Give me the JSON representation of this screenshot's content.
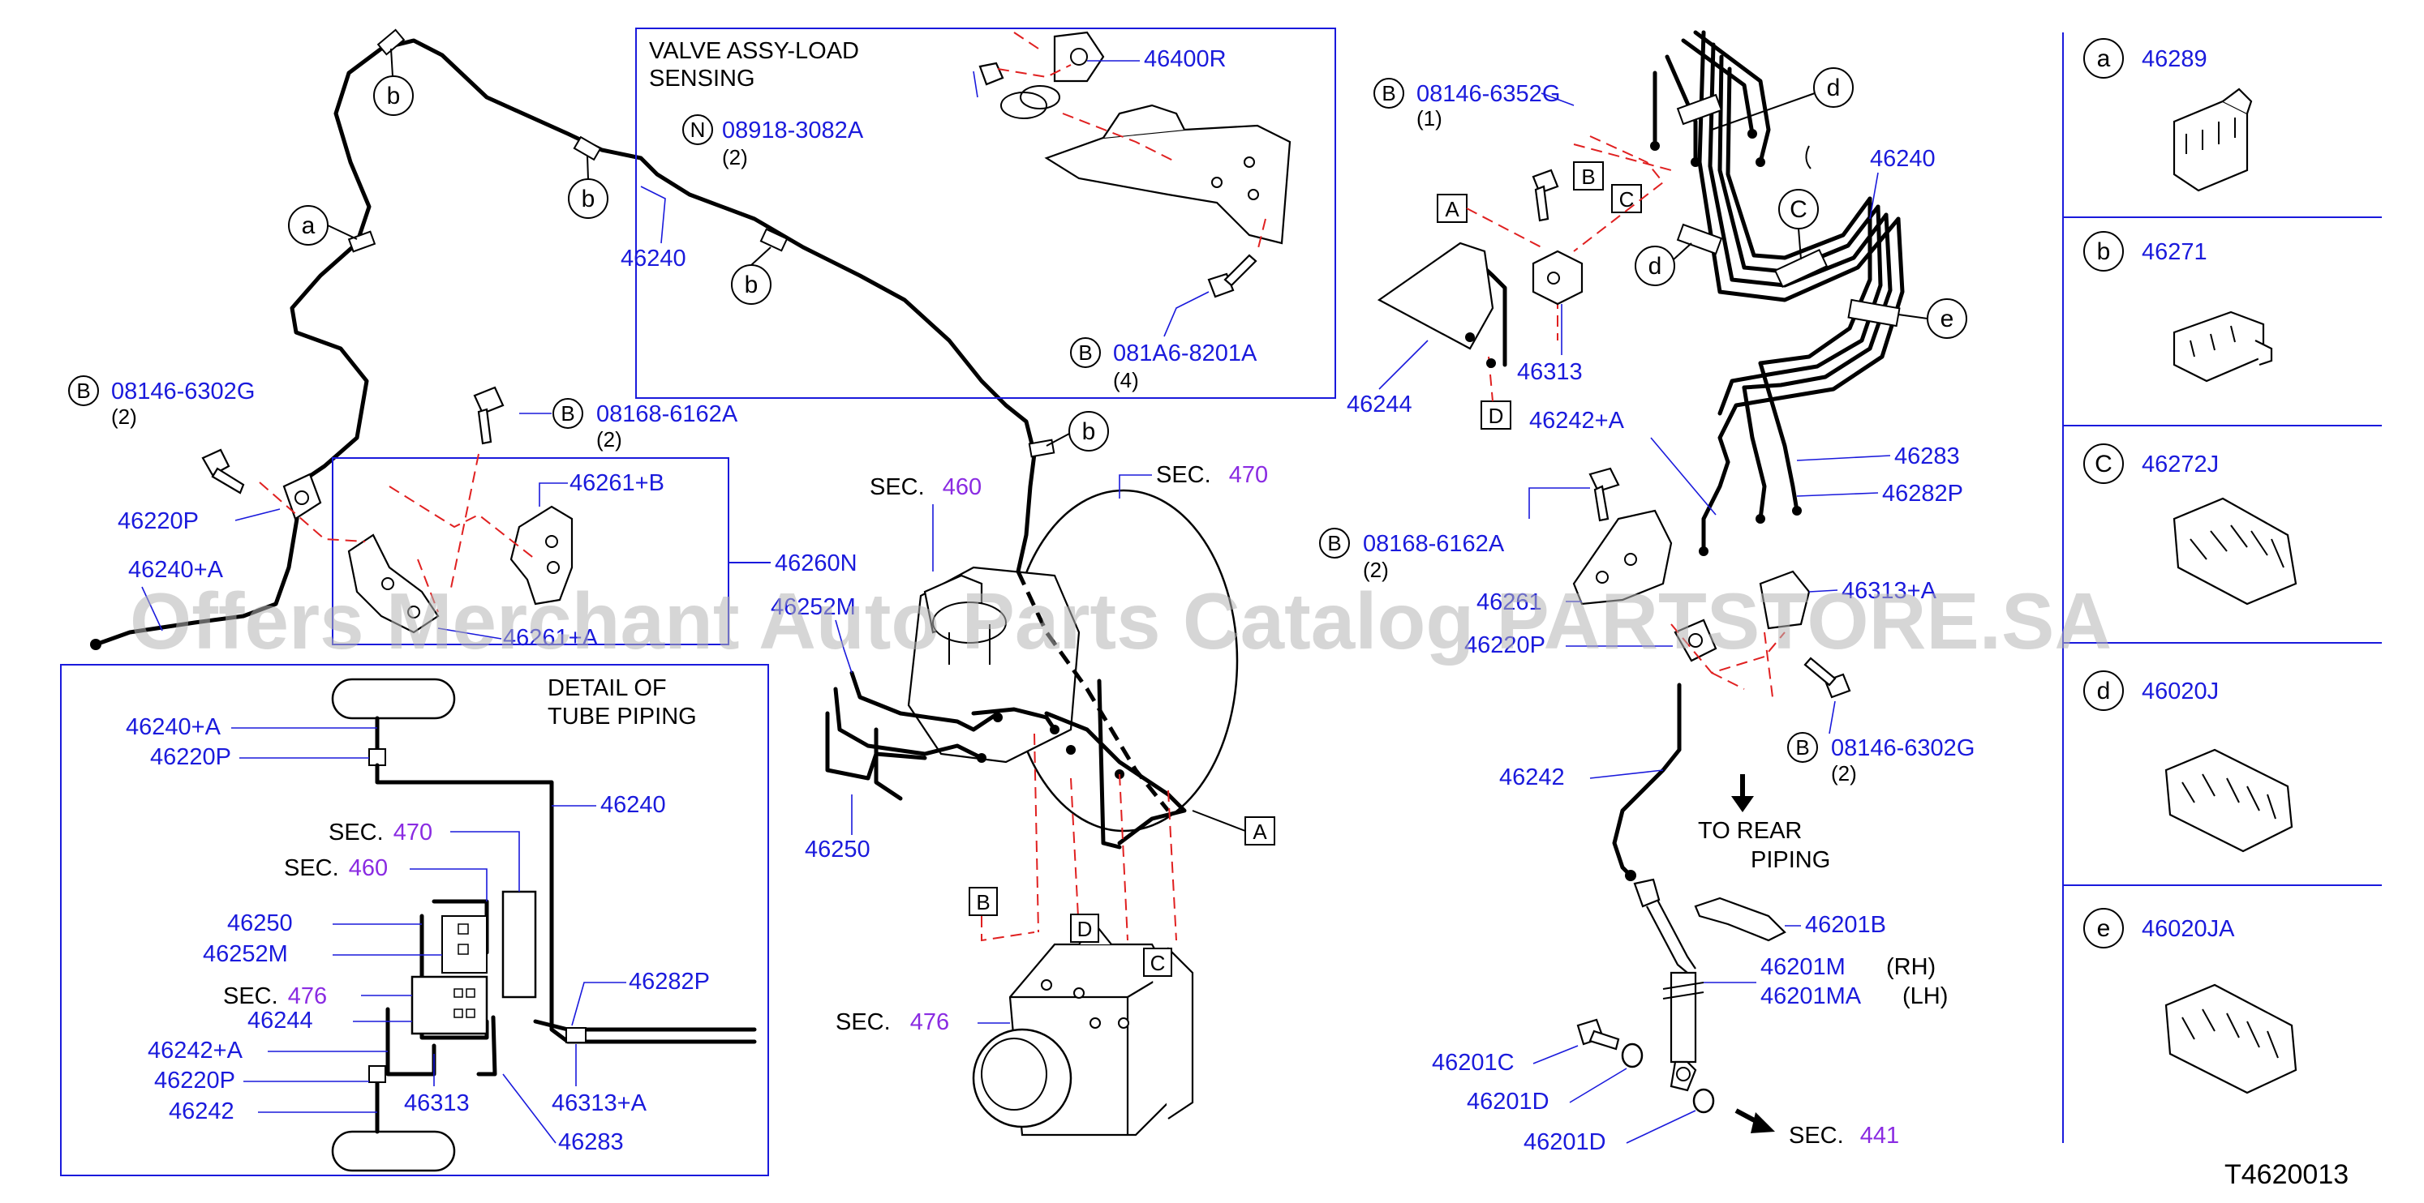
{
  "diagram_code": "T4620013",
  "watermark": "Offers Merchant Auto Parts Catalog PARTSTORE.SA",
  "colors": {
    "part_number": "#1a1adc",
    "section_number": "#8a2be2",
    "dashed_guide": "#e02020",
    "watermark": "#b4b4b4"
  },
  "valve_box": {
    "title_line1": "VALVE   ASSY-LOAD",
    "title_line2": "SENSING",
    "n_part": "08918-3082A",
    "n_qty": "(2)",
    "valve_part": "46400R",
    "b_part": "081A6-8201A",
    "b_qty": "(4)"
  },
  "left": {
    "clip_a": "a",
    "clip_b": "b",
    "p_46240": "46240",
    "bolt_1": "08146-6302G",
    "bolt_1_qty": "(2)",
    "bolt_2": "08168-6162A",
    "bolt_2_qty": "(2)",
    "p_46220P": "46220P",
    "p_46240A": "46240+A",
    "p_46261B": "46261+B",
    "p_46261A": "46261+A",
    "p_46260N": "46260N"
  },
  "detail": {
    "title_line1": "DETAIL   OF",
    "title_line2": "TUBE   PIPING",
    "left_labels": [
      "46240+A",
      "46220P",
      "46250",
      "46252M",
      "46244",
      "46242+A",
      "46220P",
      "46242"
    ],
    "sec470": "SEC.",
    "sec470_num": "470",
    "sec460": "SEC.",
    "sec460_num": "460",
    "sec476": "SEC.",
    "sec476_num": "476",
    "p_46240": "46240",
    "p_46282P": "46282P",
    "p_46313": "46313",
    "p_46313A": "46313+A",
    "p_46283": "46283"
  },
  "middle": {
    "sec460": "SEC.",
    "sec460_num": "460",
    "sec470": "SEC.",
    "sec470_num": "470",
    "sec476": "SEC.",
    "sec476_num": "476",
    "p_46252M": "46252M",
    "p_46250": "46250",
    "box_A": "A",
    "box_B": "B",
    "box_C": "C",
    "box_D": "D"
  },
  "right": {
    "bolt_1": "08146-6352G",
    "bolt_1_qty": "(1)",
    "box_A": "A",
    "box_B": "B",
    "box_C": "C",
    "box_D": "D",
    "p_46244": "46244",
    "p_46313": "46313",
    "p_46240": "46240",
    "clip_C": "C",
    "clip_d": "d",
    "clip_e": "e",
    "p_46242A": "46242+A",
    "p_46283": "46283",
    "p_46282P": "46282P",
    "bolt_2": "08168-6162A",
    "bolt_2_qty": "(2)",
    "p_46261": "46261",
    "p_46313A": "46313+A",
    "p_46220P": "46220P",
    "bolt_3": "08146-6302G",
    "bolt_3_qty": "(2)",
    "p_46242": "46242",
    "rear_line1": "TO   REAR",
    "rear_line2": "PIPING",
    "p_46201B": "46201B",
    "p_46201M": "46201M",
    "rh": "(RH)",
    "p_46201MA": "46201MA",
    "lh": "(LH)",
    "p_46201C": "46201C",
    "p_46201D_1": "46201D",
    "p_46201D_2": "46201D",
    "sec441": "SEC.",
    "sec441_num": "441"
  },
  "legend": [
    {
      "letter": "a",
      "part": "46289"
    },
    {
      "letter": "b",
      "part": "46271"
    },
    {
      "letter": "C",
      "part": "46272J"
    },
    {
      "letter": "d",
      "part": "46020J"
    },
    {
      "letter": "e",
      "part": "46020JA"
    }
  ]
}
